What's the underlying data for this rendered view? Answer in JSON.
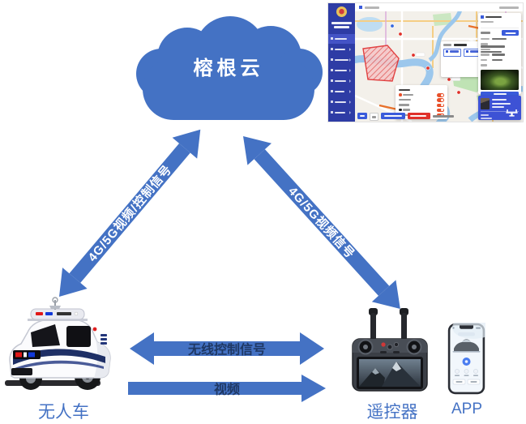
{
  "cloud": {
    "label": "榕根云"
  },
  "links": {
    "vehicle_cloud": {
      "label": "4G/5G视频/控制信号"
    },
    "controller_cloud": {
      "label": "4G/5G视频信号"
    },
    "wireless": {
      "label": "无线控制信号"
    },
    "video": {
      "label": "视频"
    }
  },
  "nodes": {
    "vehicle": {
      "label": "无人车"
    },
    "controller": {
      "label": "遥控器"
    },
    "app": {
      "label": "APP"
    }
  },
  "colors": {
    "arrow-blue": "#4472C4",
    "arrow-text-dark": "#1F3864",
    "node-label-blue": "#4472C4",
    "console-sidebar-blue": "#2E3CA5",
    "console-accent-blue": "#3A5BDB",
    "console-danger-red": "#E0302A",
    "map-water-blue": "#9CC7EC",
    "map-park-green": "#BFE3B4",
    "restricted-zone-red": "#E03030",
    "toggle-orange": "#E8502A"
  }
}
